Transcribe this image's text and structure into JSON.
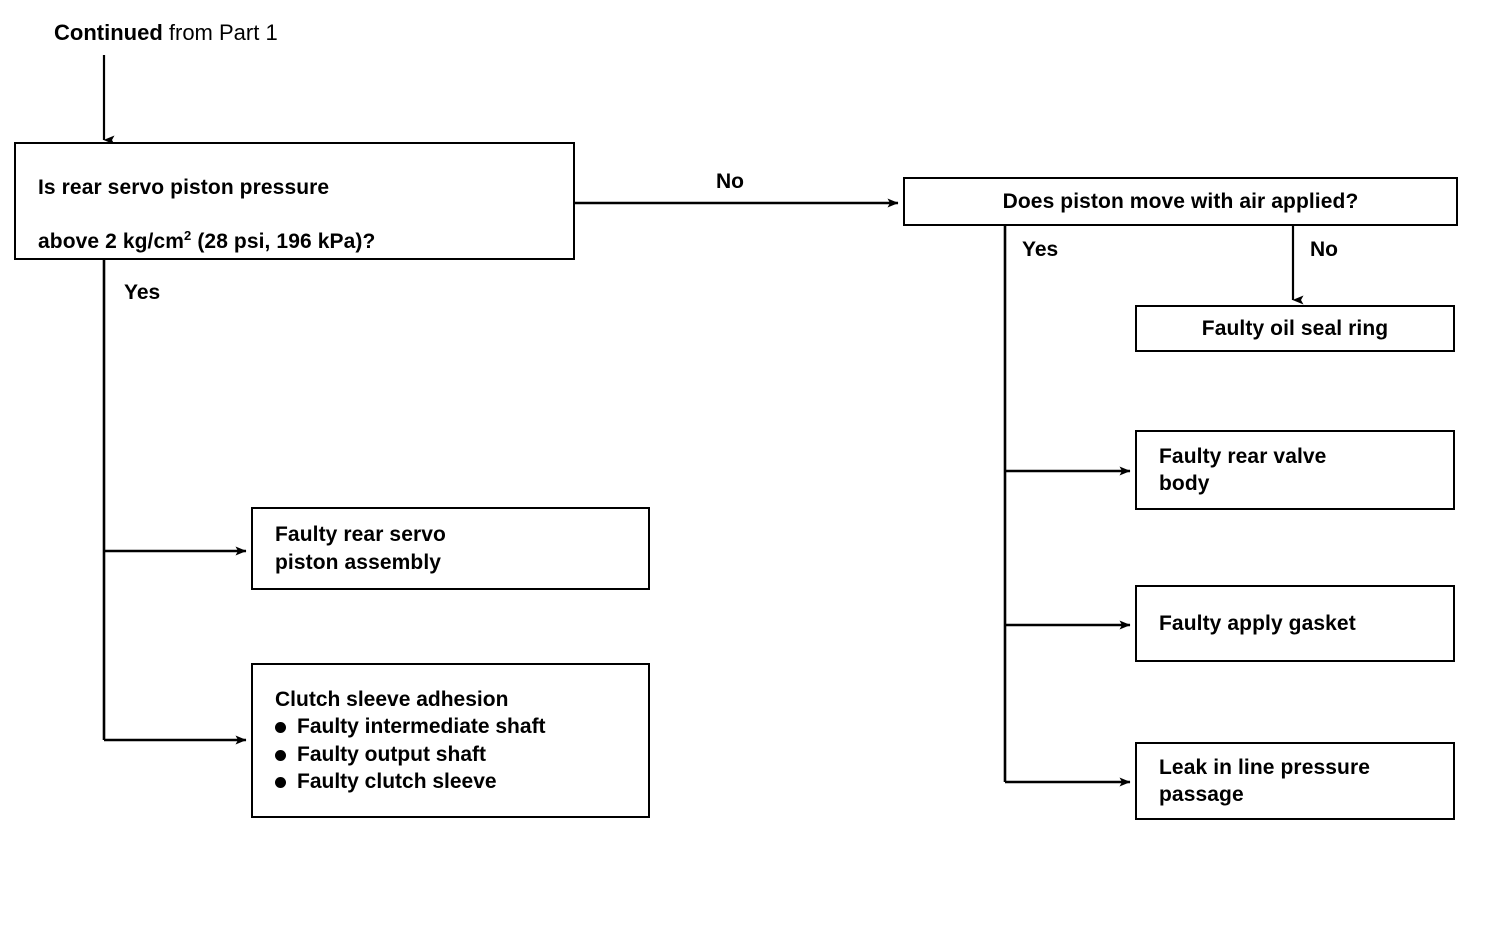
{
  "diagram": {
    "title_prefix": "Continued",
    "title_rest": " from Part 1",
    "stroke_color": "#000000",
    "background_color": "#ffffff"
  },
  "nodes": {
    "rear_servo_question": {
      "line1": "Is rear servo piston pressure",
      "line2_a": "above 2 kg/cm",
      "line2_sup": "2",
      "line2_b": " (28 psi, 196 kPa)?"
    },
    "piston_air_question": {
      "label": "Does piston move with air applied?"
    },
    "oil_seal_ring": {
      "label": "Faulty oil seal ring"
    },
    "rear_valve_body": {
      "label": "Faulty rear valve\nbody"
    },
    "apply_gasket": {
      "label": "Faulty apply gasket"
    },
    "line_pressure_leak": {
      "label": "Leak in line pressure\npassage"
    },
    "rear_servo_piston_assembly": {
      "label": "Faulty rear servo\npiston assembly"
    },
    "clutch_sleeve_adhesion": {
      "heading": "Clutch sleeve adhesion",
      "items": [
        "Faulty intermediate shaft",
        "Faulty output shaft",
        "Faulty clutch sleeve"
      ]
    }
  },
  "edge_labels": {
    "left_yes": "Yes",
    "top_no": "No",
    "right_yes": "Yes",
    "right_no": "No"
  }
}
